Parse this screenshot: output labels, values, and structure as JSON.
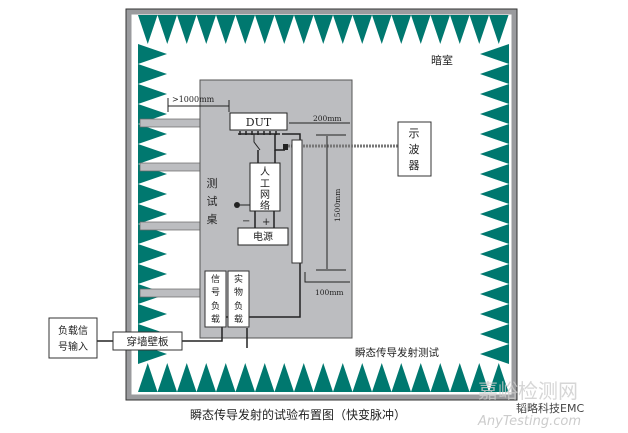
{
  "labels": {
    "anechoic_chamber": "暗室",
    "dist_1000": ">1000mm",
    "dut": "DUT",
    "dist_200": "200mm",
    "oscilloscope": [
      "示",
      "波",
      "器"
    ],
    "test_table": [
      "测",
      "试",
      "桌"
    ],
    "lisn": [
      "人",
      "工",
      "网",
      "络"
    ],
    "minus": "−",
    "plus": "+",
    "power_supply": "电源",
    "dist_1500": "1500mm",
    "dist_100": "100mm",
    "signal_load": [
      "信",
      "号",
      "负",
      "载"
    ],
    "physical_load": [
      "实",
      "物",
      "负",
      "载"
    ],
    "load_signal_input": [
      "负载信",
      "号输入"
    ],
    "wall_panel": "穿墙壁板",
    "test_name": "瞬态传导发射测试"
  },
  "caption": "瞬态传导发射的试验布置图（快变脉冲）",
  "watermark": {
    "site": "嘉峪检测网",
    "brand": "韬略科技EMC",
    "url": "AnyTesting.com"
  },
  "colors": {
    "absorber": "#00786f",
    "table": "#bcbdc0",
    "wall": "#9a9b9e"
  }
}
